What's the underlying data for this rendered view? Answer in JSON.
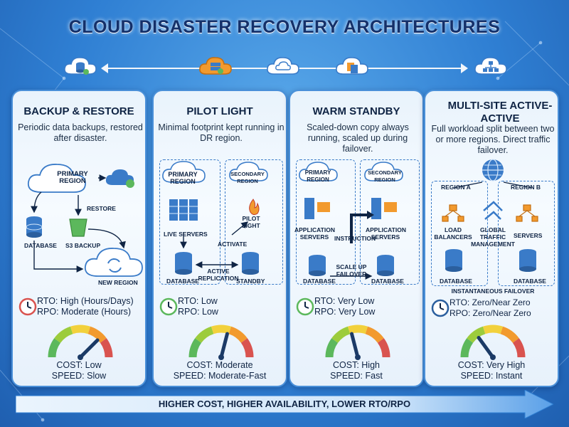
{
  "title": "CLOUD DISASTER RECOVERY ARCHITECTURES",
  "bottom_banner": "HIGHER COST, HIGHER AVAILABILITY, LOWER RTO/RPO",
  "panels": [
    {
      "title": "BACKUP & RESTORE",
      "desc": "Periodic data backups, restored after disaster.",
      "labels": {
        "primary": "PRIMARY REGION",
        "restore": "RESTORE",
        "database": "DATABASE",
        "s3": "S3 BACKUP",
        "new_region": "NEW REGION"
      },
      "rto": "RTO: High (Hours/Days)",
      "rpo": "RPO: Moderate (Hours)",
      "cost": "COST: Low",
      "speed": "SPEED: Slow",
      "gauge_level": 0.75
    },
    {
      "title": "PILOT LIGHT",
      "desc": "Minimal footprint kept running in DR region.",
      "labels": {
        "primary": "PRIMARY REGION",
        "secondary": "SECONDARY REGION",
        "live": "LIVE SERVERS",
        "pilot": "PILOT LIGHT",
        "activate": "ACTIVATE",
        "database": "DATABASE",
        "active_rep": "ACTIVE REPLICATION",
        "standby": "STANDBY"
      },
      "rto": "RTO: Low",
      "rpo": "RPO: Low",
      "cost": "COST: Moderate",
      "speed": "SPEED: Moderate-Fast",
      "gauge_level": 0.58
    },
    {
      "title": "WARM STANDBY",
      "desc": "Scaled-down copy always running, scaled up during failover.",
      "labels": {
        "primary": "PRIMARY REGION",
        "secondary": "SECONDARY REGION",
        "app1": "APPLICATION SERVERS",
        "app2": "APPLICATION SERVERS",
        "instruction": "INSTRUCTION",
        "scale": "SCALE UP FAILOVER",
        "db1": "DATABASE",
        "db2": "DATABASE"
      },
      "rto": "RTO: Very Low",
      "rpo": "RPO: Very Low",
      "cost": "COST: High",
      "speed": "SPEED: Fast",
      "gauge_level": 0.42
    },
    {
      "title": "MULTI-SITE ACTIVE-ACTIVE",
      "desc": "Full workload split between two or more regions. Direct traffic failover.",
      "labels": {
        "region_a": "REGION A",
        "region_b": "REGION B",
        "lb": "LOAD BALANCERS",
        "gtm": "GLOBAL TRAFFIC MANAGEMENT",
        "servers": "SERVERS",
        "db1": "DATABASE",
        "db2": "DATABASE",
        "instant": "INSTANTANEOUS FAILOVER"
      },
      "rto": "RTO: Zero/Near Zero",
      "rpo": "RPO: Zero/Near Zero",
      "cost": "COST: Very High",
      "speed": "SPEED: Instant",
      "gauge_level": 0.3
    }
  ],
  "icons": {
    "top": [
      "database-cloud-icon",
      "server-cloud-icon",
      "cloud-icon",
      "copy-cloud-icon",
      "network-cloud-icon"
    ]
  },
  "colors": {
    "accent": "#4a90d9",
    "orange": "#f29a2e",
    "green": "#5cb85c",
    "red": "#d9534f",
    "navy": "#14306a"
  }
}
